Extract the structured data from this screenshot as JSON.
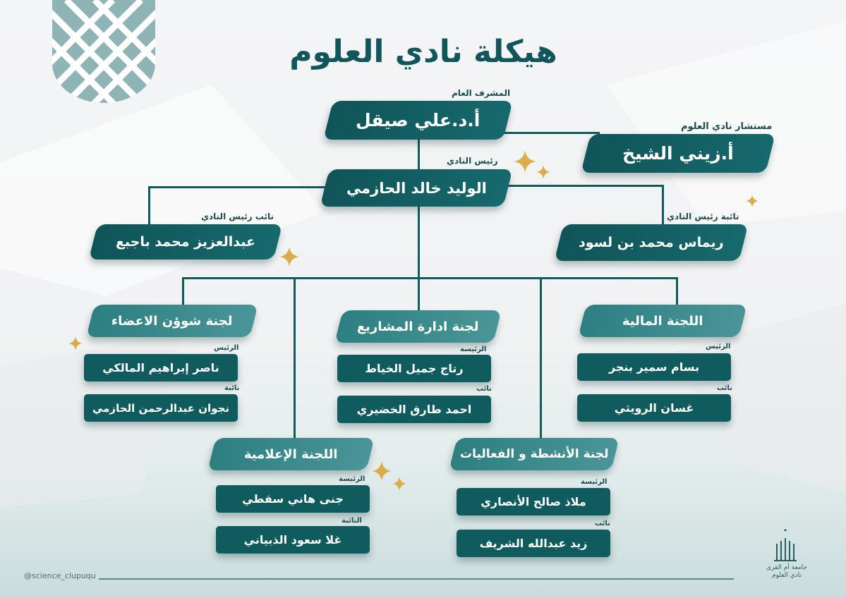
{
  "title": "هيكلة نادي العلوم",
  "colors": {
    "primary": "#0f5b5e",
    "accent_light": "#4a9597",
    "star": "#d9ae4a"
  },
  "supervisor": {
    "role": "المشرف العام",
    "name": "أ.د.علي صيقل"
  },
  "consultant": {
    "role": "مستشار نادي العلوم",
    "name": "أ.زيني الشيخ"
  },
  "president": {
    "role": "رئيس النادي",
    "name": "الوليد خالد الحازمي"
  },
  "vice_left": {
    "role": "نائب رئيس النادي",
    "name": "عبدالعزيز محمد باجبع"
  },
  "vice_right": {
    "role": "نائبة رئيس النادي",
    "name": "ريماس محمد بن لسود"
  },
  "committees": {
    "members": {
      "name": "لجنة شوؤن الاعضاء",
      "head_role": "الرئيس",
      "head": "ناصر إبراهيم المالكي",
      "deputy_role": "نائبة",
      "deputy": "نجوان عبدالرحمن الحازمي"
    },
    "projects": {
      "name": "لجنة ادارة المشاريع",
      "head_role": "الرئيسة",
      "head": "رتاج جميل الخياط",
      "deputy_role": "نائب",
      "deputy": "احمد طارق الخضيري"
    },
    "finance": {
      "name": "اللجنة المالية",
      "head_role": "الرئيس",
      "head": "بسام سمير بنجر",
      "deputy_role": "نائب",
      "deputy": "غسان الرويثي"
    },
    "media": {
      "name": "اللجنة الإعلامية",
      "head_role": "الرئيسة",
      "head": "جنى هاني سقطي",
      "deputy_role": "النائبة",
      "deputy": "غلا سعود الذبياني"
    },
    "activities": {
      "name": "لجنة الأنشطة و الفعاليات",
      "head_role": "الرئيسة",
      "head": "ملاذ صالح الأنصاري",
      "deputy_role": "نائب",
      "deputy": "زيد عبدالله الشريف"
    }
  },
  "footer": {
    "handle": "@science_clupuqu",
    "logo_line1": "جامعة أم القرى",
    "logo_line2": "نادي العلوم"
  }
}
